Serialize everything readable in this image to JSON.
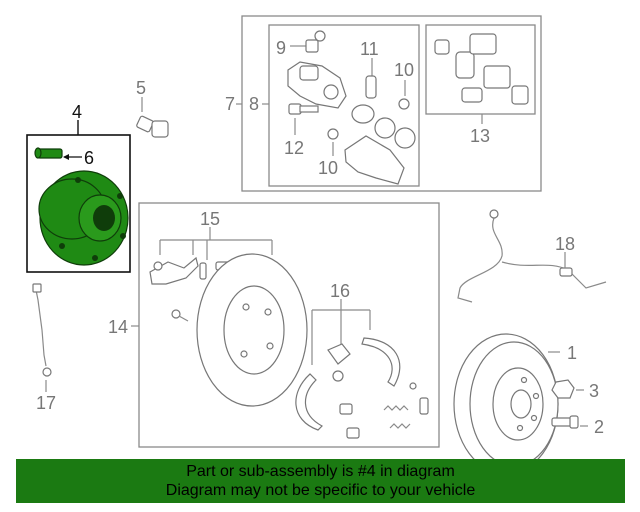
{
  "callouts": {
    "c1": "1",
    "c2": "2",
    "c3": "3",
    "c4": "4",
    "c5": "5",
    "c6": "6",
    "c7": "7",
    "c8": "8",
    "c9": "9",
    "c10a": "10",
    "c10b": "10",
    "c11": "11",
    "c12": "12",
    "c13": "13",
    "c14": "14",
    "c15": "15",
    "c16": "16",
    "c17": "17",
    "c18": "18"
  },
  "colors": {
    "highlight_part": "#1f8a14",
    "footer_background": "#1b7a12",
    "line_art": "#8a8a8a"
  },
  "footer": {
    "line1": "Part or sub-assembly is #4 in diagram",
    "line2": "Diagram may not be specific to your vehicle"
  }
}
